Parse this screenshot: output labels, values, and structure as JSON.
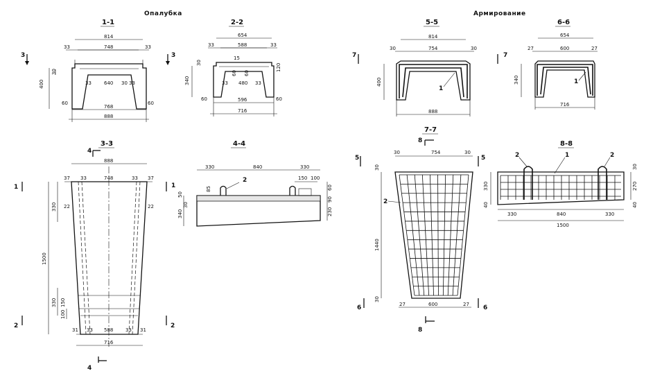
{
  "titles": {
    "formwork": "Опалубка",
    "reinforcement": "Армирование"
  },
  "sections": {
    "s11": {
      "name": "1-1",
      "dims": [
        "814",
        "748",
        "33",
        "33",
        "400",
        "30",
        "33",
        "640",
        "30",
        "33",
        "768",
        "60",
        "60",
        "888"
      ],
      "cut_mark": "3"
    },
    "s22": {
      "name": "2-2",
      "dims": [
        "654",
        "588",
        "33",
        "33",
        "30",
        "340",
        "15",
        "60",
        "60",
        "120",
        "33",
        "480",
        "33",
        "596",
        "60",
        "60",
        "716"
      ],
      "cut_mark": "3"
    },
    "s33": {
      "name": "3-3",
      "dims": [
        "888",
        "37",
        "33",
        "748",
        "33",
        "37",
        "330",
        "22",
        "22",
        "1500",
        "330",
        "150",
        "100",
        "31",
        "33",
        "588",
        "33",
        "31",
        "716"
      ],
      "cut_top": "4",
      "cut_bottom": "4",
      "mark_left_top": "1",
      "mark_left_bottom": "2",
      "mark_right_bottom": "2"
    },
    "s44": {
      "name": "4-4",
      "dims": [
        "330",
        "840",
        "330",
        "150",
        "100",
        "50",
        "85",
        "340",
        "30",
        "60",
        "230",
        "90"
      ],
      "callout": "2",
      "mark": "1"
    },
    "s55": {
      "name": "5-5",
      "dims": [
        "814",
        "30",
        "754",
        "30",
        "400",
        "888"
      ],
      "callout": "1",
      "cut_mark": "7"
    },
    "s66": {
      "name": "6-6",
      "dims": [
        "654",
        "27",
        "600",
        "27",
        "340",
        "716"
      ],
      "callout": "1",
      "cut_mark": "7"
    },
    "s77": {
      "name": "7-7",
      "dims": [
        "30",
        "754",
        "30",
        "30",
        "1440",
        "30",
        "27",
        "600",
        "27"
      ],
      "callout": "2",
      "cut_top": "8",
      "cut_bottom": "8",
      "mark_top": "5",
      "mark_top_right": "5",
      "mark_bottom": "6",
      "mark_bottom_right": "6"
    },
    "s88": {
      "name": "8-8",
      "dims": [
        "30",
        "270",
        "330",
        "40",
        "40",
        "330",
        "840",
        "330",
        "1500"
      ],
      "callouts": [
        "2",
        "1",
        "2"
      ]
    }
  }
}
